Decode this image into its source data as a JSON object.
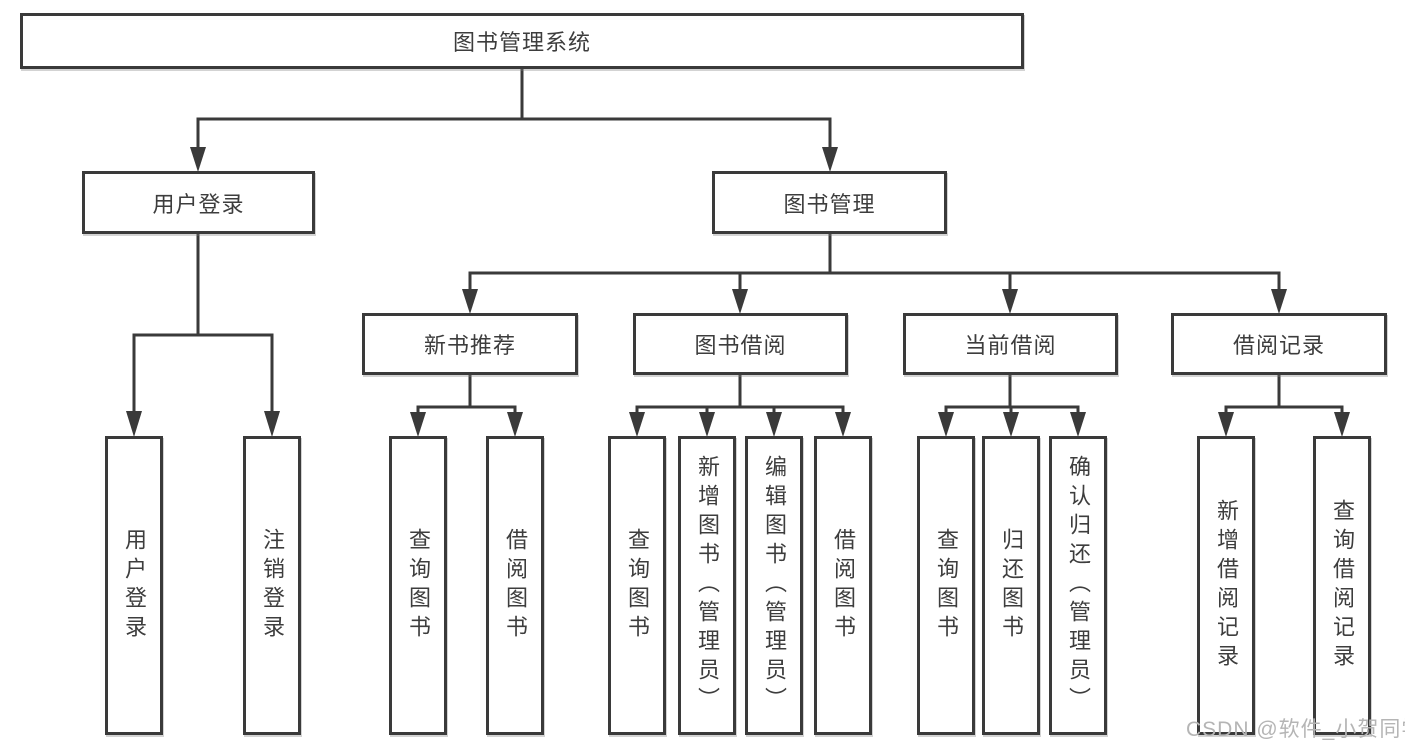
{
  "tree": {
    "root": {
      "label": "图书管理系统"
    },
    "user_login": {
      "label": "用户登录",
      "children": [
        {
          "label": "用户登录"
        },
        {
          "label": "注销登录"
        }
      ]
    },
    "book_mgmt": {
      "label": "图书管理",
      "sections": [
        {
          "label": "新书推荐",
          "children": [
            {
              "label": "查询图书"
            },
            {
              "label": "借阅图书"
            }
          ]
        },
        {
          "label": "图书借阅",
          "children": [
            {
              "label": "查询图书"
            },
            {
              "label": "新增图书（管理员）"
            },
            {
              "label": "编辑图书（管理员）"
            },
            {
              "label": "借阅图书"
            }
          ]
        },
        {
          "label": "当前借阅",
          "children": [
            {
              "label": "查询图书"
            },
            {
              "label": "归还图书"
            },
            {
              "label": "确认归还（管理员）"
            }
          ]
        },
        {
          "label": "借阅记录",
          "children": [
            {
              "label": "新增借阅记录"
            },
            {
              "label": "查询借阅记录"
            }
          ]
        }
      ]
    }
  },
  "watermark": {
    "text": "CSDN @软件_小贺同学"
  },
  "colors": {
    "line": "#3a3a3a",
    "text": "#3d3d3d",
    "box_background": "#ffffff",
    "watermark": "#b5b5b5"
  }
}
